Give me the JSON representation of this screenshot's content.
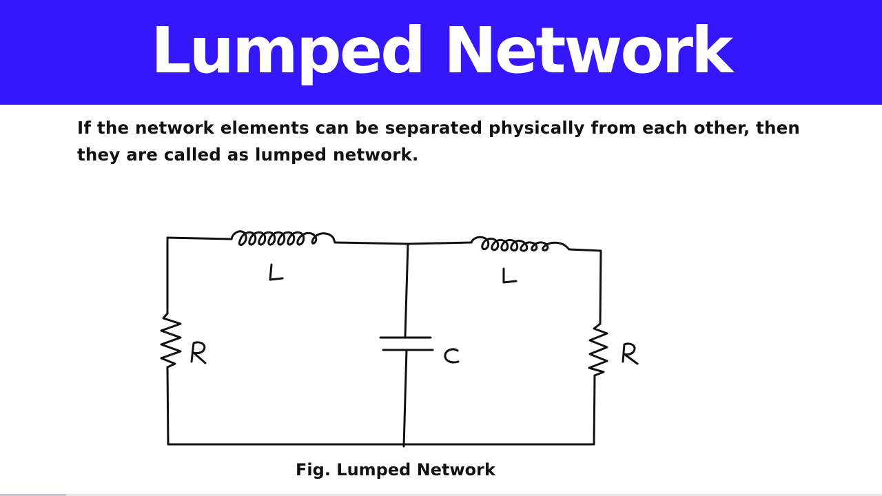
{
  "header": {
    "title": "Lumped Network",
    "background_color": "#3517fb",
    "text_color": "#ffffff"
  },
  "description": {
    "line1": "If the network elements can be separated physically from each other, then",
    "line2": "they are called as lumped network."
  },
  "circuit": {
    "components": [
      {
        "id": "resistor-left",
        "type": "resistor",
        "label": "R"
      },
      {
        "id": "inductor-left",
        "type": "inductor",
        "label": "L"
      },
      {
        "id": "capacitor",
        "type": "capacitor",
        "label": "C"
      },
      {
        "id": "inductor-right",
        "type": "inductor",
        "label": "L"
      },
      {
        "id": "resistor-right",
        "type": "resistor",
        "label": "R"
      }
    ]
  },
  "caption": "Fig. Lumped Network"
}
